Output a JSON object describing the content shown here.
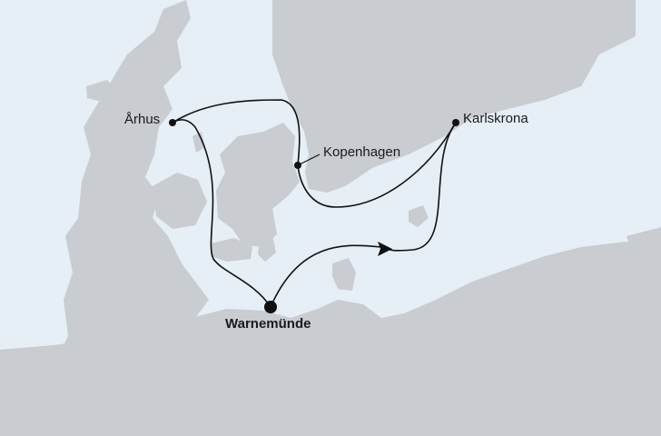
{
  "map": {
    "colors": {
      "water": "#e6eef6",
      "land": "#c9ccd0",
      "route": "#111111",
      "marker": "#111111"
    },
    "ports": {
      "aarhus": "Århus",
      "copenhagen": "Kopenhagen",
      "karlskrona": "Karlskrona",
      "home_port": "Warnemünde"
    }
  }
}
